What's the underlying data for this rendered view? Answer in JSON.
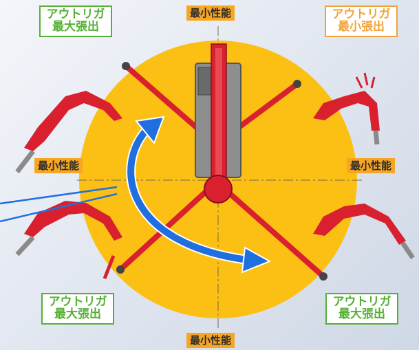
{
  "labels": {
    "top": "最小性能",
    "bottom": "最小性能",
    "left": "最小性能",
    "right": "最小性能",
    "top_left": {
      "line1": "アウトリガ",
      "line2": "最大張出"
    },
    "top_right": {
      "line1": "アウトリガ",
      "line2": "最小張出"
    },
    "bottom_left": {
      "line1": "アウトリガ",
      "line2": "最大張出"
    },
    "bottom_right": {
      "line1": "アウトリガ",
      "line2": "最大張出"
    }
  },
  "colors": {
    "circle": "#fbc013",
    "crane_red": "#d8202f",
    "label_green": "#55b035",
    "label_orange": "#f2a43a",
    "performance_bg": "#f6a623",
    "arrow_blue": "#1f6fe0"
  }
}
